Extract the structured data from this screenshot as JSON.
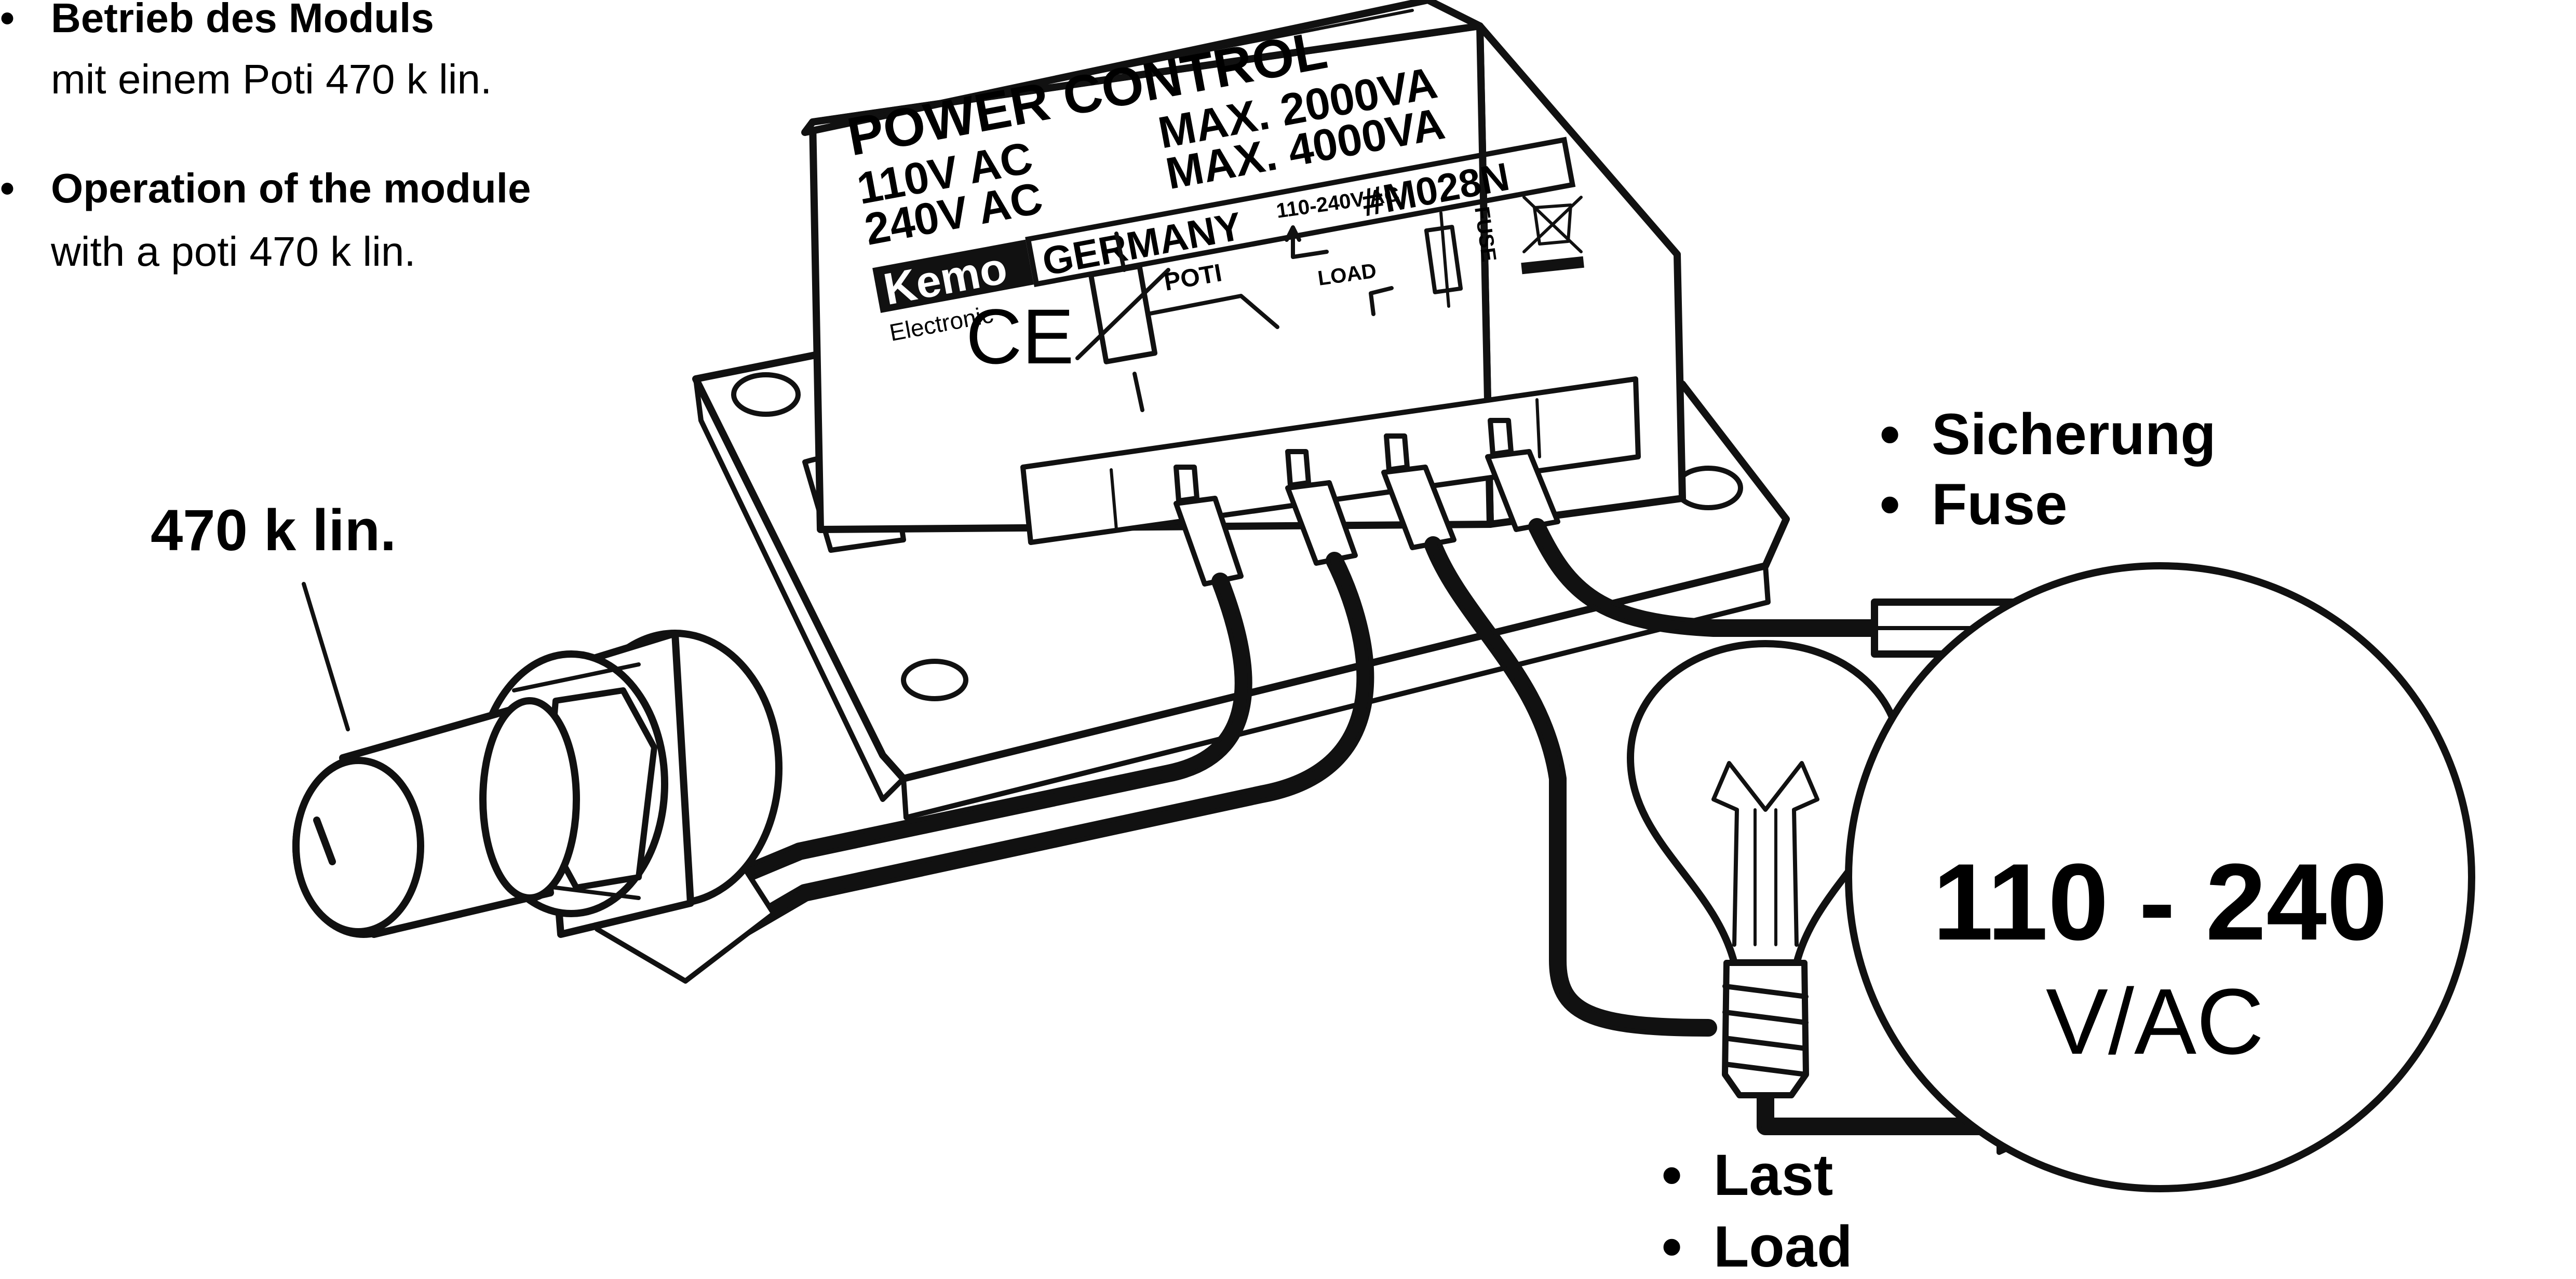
{
  "notes": {
    "de_title": "Betrieb des Moduls",
    "de_text": "mit einem Poti 470 k lin.",
    "en_title": "Operation of the module",
    "en_text": "with a poti 470 k lin."
  },
  "poti_label": "470 k lin.",
  "module": {
    "title": "POWER CONTROL",
    "rating1": "110V AC",
    "rating2": "240V AC",
    "max1": "MAX. 2000VA",
    "max2": "MAX. 4000VA",
    "brand": "Kemo",
    "brand_sub": "Electronic",
    "origin": "GERMANY",
    "model": "#M028N",
    "ce": "CE",
    "poti": "POTI",
    "supply": "110-240V AC",
    "load": "LOAD",
    "fuse": "FUSE"
  },
  "fuse_label": {
    "de": "Sicherung",
    "en": "Fuse"
  },
  "load_label": {
    "de": "Last",
    "en": "Load"
  },
  "supply": {
    "voltage": "110 - 240",
    "unit": "V/AC"
  },
  "bullet": "•"
}
